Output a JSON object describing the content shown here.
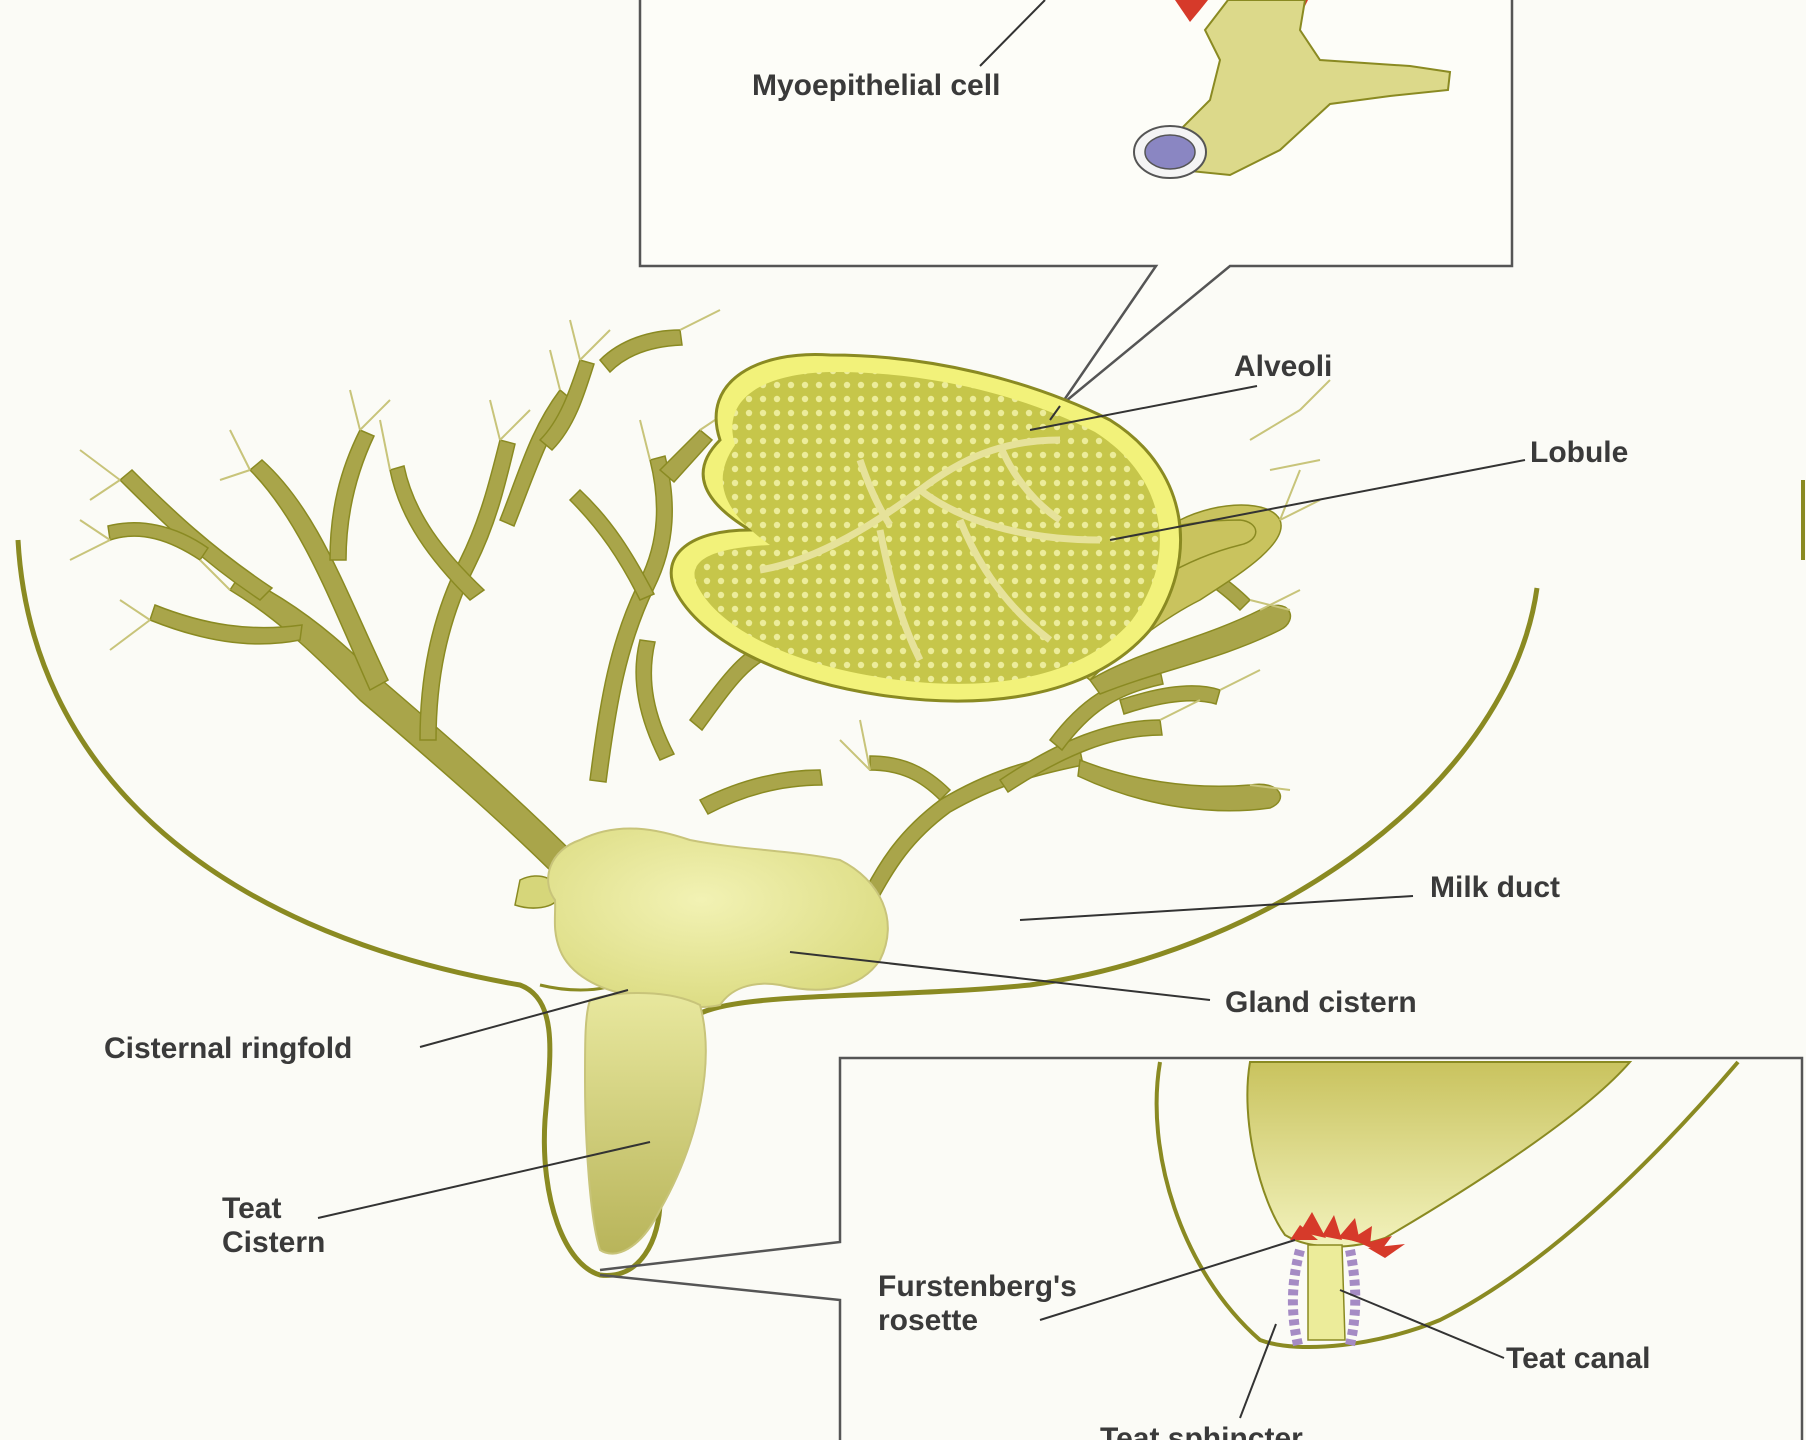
{
  "labels": {
    "myoepithelial": "Myoepithelial cell",
    "alveoli": "Alveoli",
    "lobule": "Lobule",
    "milk_duct": "Milk duct",
    "gland_cistern": "Gland cistern",
    "cisternal_ringfold": "Cisternal ringfold",
    "teat_cistern_1": "Teat",
    "teat_cistern_2": "Cistern",
    "furstenberg_1": "Furstenberg's",
    "furstenberg_2": "rosette",
    "teat_canal": "Teat canal",
    "teat_sphincter": "Teat sphincter"
  },
  "colors": {
    "background": "#fbfbf6",
    "outline": "#8a8a22",
    "duct": "#a9a54a",
    "duct_light": "#d6d67a",
    "lobule_fill": "#c9c94a",
    "lobule_rim": "#f2f27a",
    "cistern": "#e6e69a",
    "rosette_red": "#d63a2a",
    "sphincter_purple": "#a58bc4",
    "leader": "#333333"
  }
}
